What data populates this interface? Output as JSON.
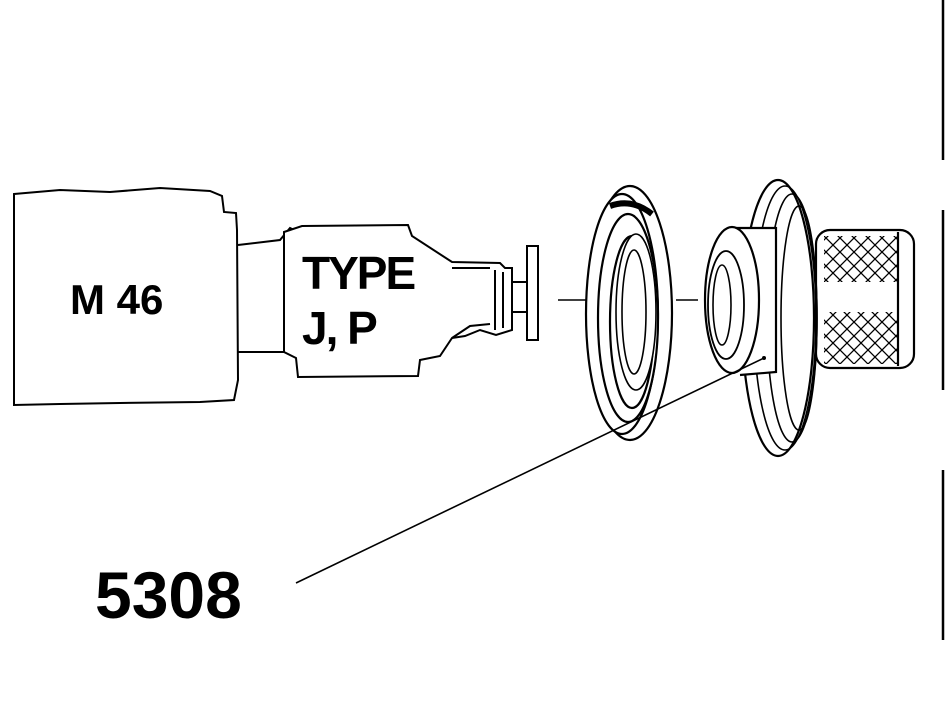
{
  "labels": {
    "gearbox": "M 46",
    "type_line1": "TYPE",
    "type_line2": "J, P",
    "part_number": "5308"
  },
  "colors": {
    "ink": "#000000",
    "paper": "#ffffff"
  }
}
